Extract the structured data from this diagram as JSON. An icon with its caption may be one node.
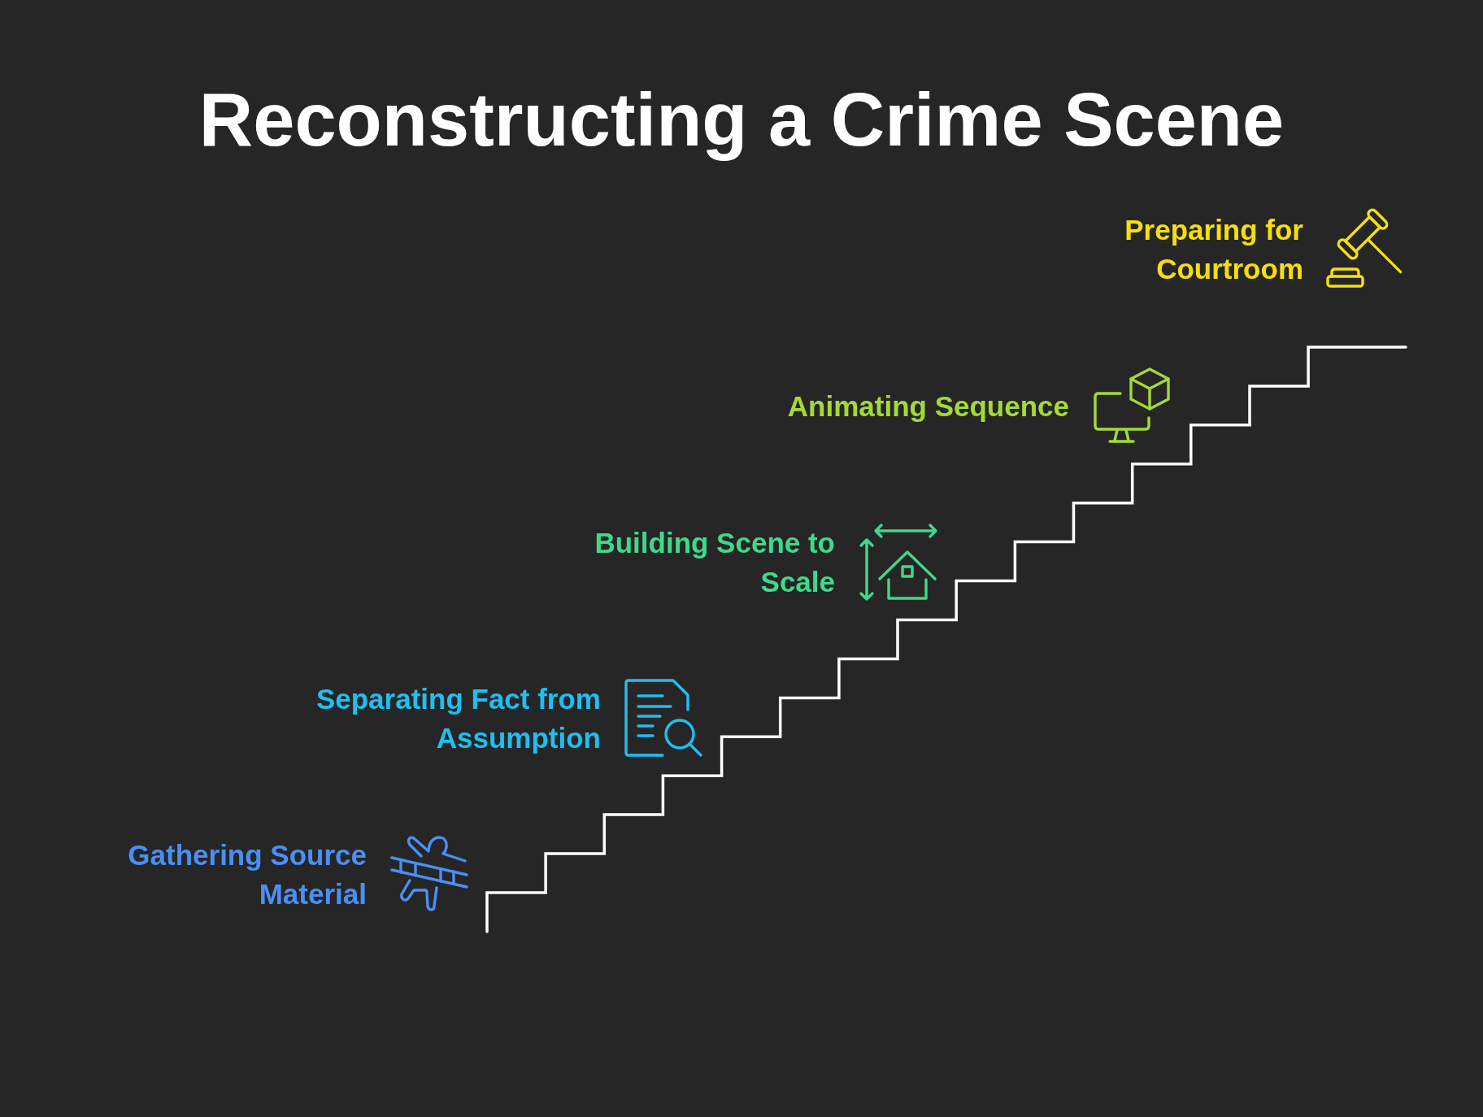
{
  "diagram": {
    "title": "Reconstructing a Crime Scene",
    "labels": [
      "Preparing for Courtroom",
      "Animating Sequence",
      "Building Scene to Scale",
      "Separating Fact from Assumption",
      "Gathering Source Material"
    ]
  }
}
